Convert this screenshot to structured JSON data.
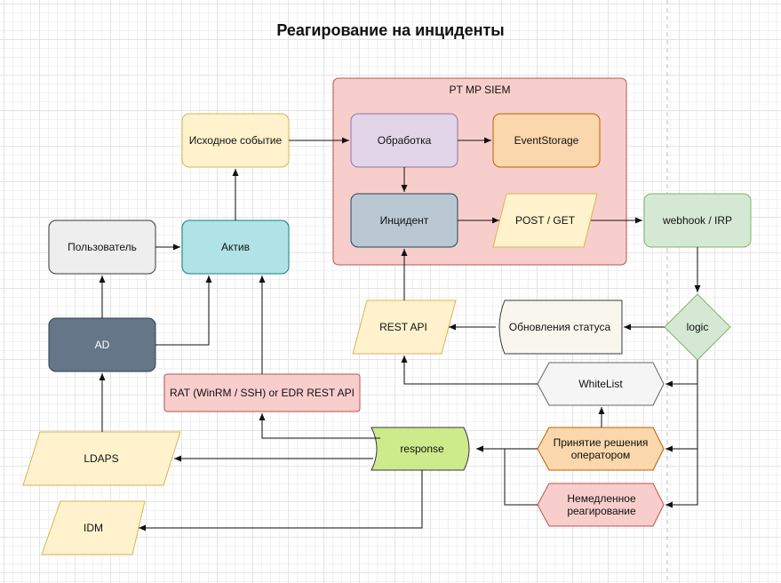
{
  "title": "Реагирование на инциденты",
  "nodes": {
    "siem": "PT MP SIEM",
    "processing": "Обработка",
    "event_storage": "EventStorage",
    "incident": "Инцидент",
    "post_get": "POST / GET",
    "webhook": "webhook / IRP",
    "source_event": "Исходное событие",
    "asset": "Актив",
    "user": "Пользователь",
    "ad": "AD",
    "logic": "logic",
    "status_update": "Обновления статуса",
    "rest_api": "REST API",
    "whitelist": "WhiteList",
    "rat": "RAT (WinRM / SSH) or EDR REST API",
    "response": "response",
    "operator_decision": "Принятие решения оператором",
    "immediate": "Немедленное реагирование",
    "ldaps": "LDAPS",
    "idm": "IDM"
  }
}
